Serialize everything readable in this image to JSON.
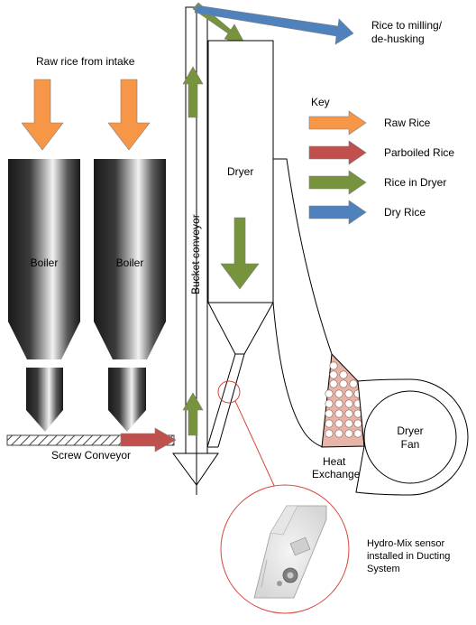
{
  "labels": {
    "raw_rice_intake": "Raw rice from intake",
    "rice_to_milling_line1": "Rice to milling/",
    "rice_to_milling_line2": "de-husking",
    "boiler_left": "Boiler",
    "boiler_right": "Boiler",
    "screw_conveyor": "Screw Conveyor",
    "bucket_conveyor": "Bucket conveyor",
    "dryer": "Dryer",
    "dryer_fan_line1": "Dryer",
    "dryer_fan_line2": "Fan",
    "heat_exchanger_line1": "Heat",
    "heat_exchanger_line2": "Exchanger",
    "sensor_line1": "Hydro-Mix sensor",
    "sensor_line2": "installed in Ducting",
    "sensor_line3": "System"
  },
  "key": {
    "title": "Key",
    "items": [
      {
        "label": "Raw Rice",
        "color": "#f79646"
      },
      {
        "label": "Parboiled Rice",
        "color": "#c0504d"
      },
      {
        "label": "Rice in Dryer",
        "color": "#77933c"
      },
      {
        "label": "Dry Rice",
        "color": "#4f81bd"
      }
    ]
  },
  "colors": {
    "raw": "#f79646",
    "parboiled": "#c0504d",
    "dryer": "#77933c",
    "dry": "#4f81bd",
    "heat_exchanger": "#e6b4a8",
    "sensor_circle": "#d9453c"
  }
}
